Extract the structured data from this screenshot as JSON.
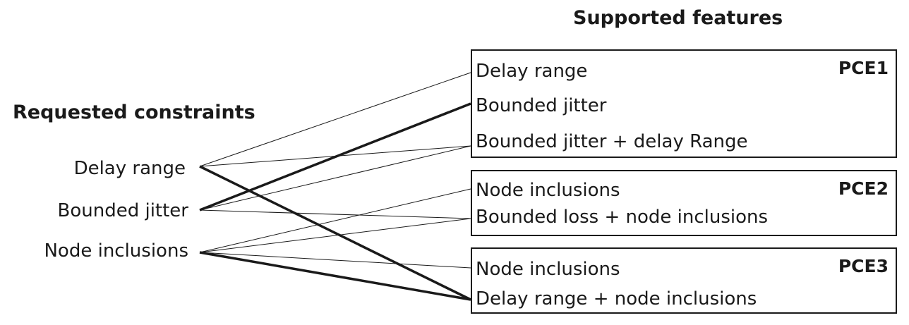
{
  "headings": {
    "supported": "Supported features",
    "requested": "Requested constraints"
  },
  "constraints": [
    "Delay range",
    "Bounded jitter",
    "Node inclusions"
  ],
  "pces": [
    {
      "name": "PCE1",
      "features": [
        "Delay range",
        "Bounded jitter",
        "Bounded jitter + delay Range"
      ]
    },
    {
      "name": "PCE2",
      "features": [
        "Node inclusions",
        "Bounded loss + node inclusions"
      ]
    },
    {
      "name": "PCE3",
      "features": [
        "Node inclusions",
        "Delay range + node inclusions"
      ]
    }
  ],
  "links": [
    {
      "from": 0,
      "pce": 0,
      "feature": 0,
      "selected": false
    },
    {
      "from": 0,
      "pce": 0,
      "feature": 2,
      "selected": false
    },
    {
      "from": 0,
      "pce": 2,
      "feature": 1,
      "selected": true
    },
    {
      "from": 1,
      "pce": 0,
      "feature": 1,
      "selected": true
    },
    {
      "from": 1,
      "pce": 0,
      "feature": 2,
      "selected": false
    },
    {
      "from": 1,
      "pce": 1,
      "feature": 1,
      "selected": false
    },
    {
      "from": 2,
      "pce": 1,
      "feature": 0,
      "selected": false
    },
    {
      "from": 2,
      "pce": 1,
      "feature": 1,
      "selected": false
    },
    {
      "from": 2,
      "pce": 2,
      "feature": 0,
      "selected": false
    },
    {
      "from": 2,
      "pce": 2,
      "feature": 1,
      "selected": true
    }
  ]
}
